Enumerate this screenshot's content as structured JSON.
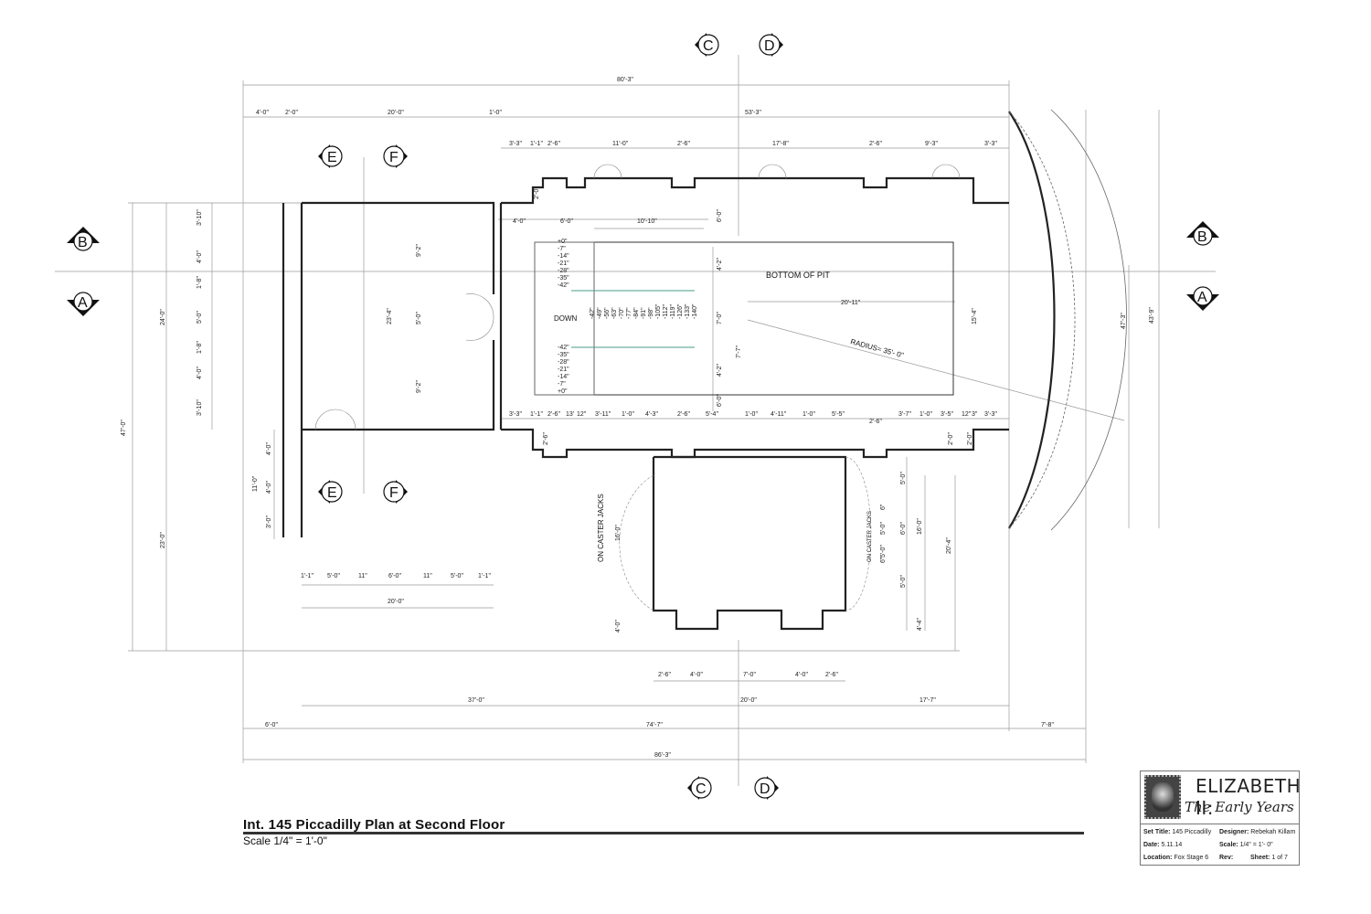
{
  "title": "Int. 145 Piccadilly Plan at Second Floor",
  "scale": "Scale  1/4\" = 1'-0\"",
  "section_markers": {
    "top_cd": [
      "C",
      "D"
    ],
    "bottom_cd": [
      "C",
      "D"
    ],
    "ef_upper": [
      "E",
      "F"
    ],
    "ef_lower": [
      "E",
      "F"
    ],
    "left_ba": [
      "B",
      "A"
    ],
    "right_ba": [
      "B",
      "A"
    ]
  },
  "room_labels": {
    "bottom_of_pit": "BOTTOM OF PIT",
    "radius": "RADIUS= 35'- 0\"",
    "down": "DOWN",
    "caster_jacks_left": "ON CASTER JACKS",
    "caster_jacks_right": "ON CASTER JACKS"
  },
  "dimensions": {
    "overall_top": "80'-3\"",
    "overall_bottom": "86'-3\"",
    "top_row": [
      "4'-0\"",
      "2'-0\"",
      "20'-0\"",
      "1'-0\"",
      "53'-3\""
    ],
    "upper_row": [
      "3'-3\"",
      "1'-1\"",
      "2'-6\"",
      "11'-0\"",
      "2'-6\"",
      "17'-8\"",
      "2'-6\"",
      "9'-3\"",
      "3'-3\""
    ],
    "lower_corridor_row": [
      "3'-3\"",
      "1'-1\"",
      "2'-6\"",
      "13'",
      "12\"",
      "3'-11\"",
      "1'-0\"",
      "4'-3\"",
      "2'-6\"",
      "5'-4\"",
      "1'-0\"",
      "4'-11\"",
      "1'-0\"",
      "5'-5\"",
      "2'-6\"",
      "3'-7\"",
      "1'-0\"",
      "3'-5\"",
      "12\"",
      "3\"",
      "3'-3\""
    ],
    "stairs": [
      "4'-0\"",
      "6'-0\"",
      "10'-10\""
    ],
    "stair_risers_top": [
      "+0\"",
      "-7\"",
      "-14\"",
      "-21\"",
      "-28\"",
      "-35\"",
      "-42\""
    ],
    "stair_risers_bottom": [
      "-42\"",
      "-35\"",
      "-28\"",
      "-21\"",
      "-14\"",
      "-7\"",
      "+0\""
    ],
    "stair_run": [
      "-42\"",
      "-49\"",
      "-56\"",
      "-63\"",
      "-70\"",
      "-77\"",
      "-84\"",
      "-91\"",
      "-98\"",
      "-105\"",
      "-112\"",
      "-119\"",
      "-126\"",
      "-133\"",
      "-140\""
    ],
    "pit": [
      "20'-11\"",
      "15'-4\"",
      "7'-0\"",
      "7'-7\"",
      "4'-2\"",
      "4'-2\"",
      "6'-0\"",
      "6'-0\"",
      "2'-0\"",
      "2'-6\""
    ],
    "left_wall": [
      "3'-10\"",
      "4'-0\"",
      "1'-8\"",
      "5'-0\"",
      "1'-8\"",
      "4'-0\"",
      "3'-10\""
    ],
    "left_overall": [
      "24'-0\"",
      "47'-0\"",
      "23'-0\"",
      "11'-0\""
    ],
    "left_lower": [
      "4'-0\"",
      "4'-0\"",
      "3'-0\""
    ],
    "room_left": [
      "9'-2\"",
      "5'-0\"",
      "9'-2\"",
      "23'-4\""
    ],
    "bottom_left_row": [
      "1'-1\"",
      "5'-0\"",
      "11\"",
      "6'-0\"",
      "11\"",
      "5'-0\"",
      "1'-1\""
    ],
    "bottom_left_total": "20'-0\"",
    "lower_room_bottom": [
      "2'-6\"",
      "4'-0\"",
      "7'-0\"",
      "4'-0\"",
      "2'-6\""
    ],
    "lower_room_side": [
      "16'-0\"",
      "4'-0\"",
      "5'-0\"",
      "6\"",
      "5'-0\"",
      "6'-0\"",
      "5'-0\"",
      "6\"",
      "5'-0\"",
      "16'-0\"",
      "20'-4\"",
      "4'-4\"",
      "2'-0\"",
      "2'-0\""
    ],
    "bottom_row": [
      "37'-0\"",
      "20'-0\"",
      "17'-7\""
    ],
    "bottom_row2": [
      "6'-0\"",
      "74'-7\"",
      "7'-8\""
    ],
    "right_side": [
      "47'-3\"",
      "43'-9\""
    ]
  },
  "title_block": {
    "show_title": "ELIZABETH II:",
    "show_subtitle": "The Early Years",
    "set_title_label": "Set Title:",
    "set_title_value": "145 Piccadilly",
    "designer_label": "Designer:",
    "designer_value": "Rebekah Killam",
    "date_label": "Date:",
    "date_value": "5.11.14",
    "scale_label": "Scale:",
    "scale_value": "1/4\" = 1'- 0\"",
    "location_label": "Location:",
    "location_value": "Fox Stage 6",
    "rev_label": "Rev:",
    "sheet_label": "Sheet:",
    "sheet_value": "1 of 7"
  }
}
